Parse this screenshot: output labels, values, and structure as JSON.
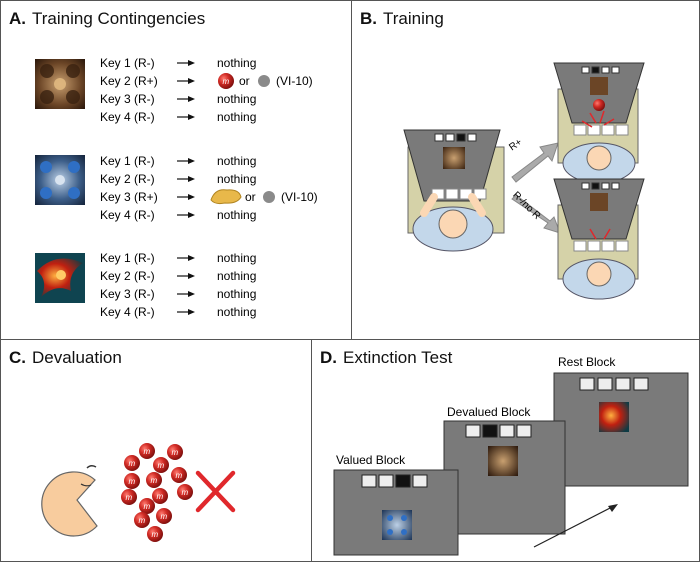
{
  "panel_a": {
    "letter": "A.",
    "title": "Training Contingencies",
    "groups": [
      {
        "rows": [
          {
            "key": "Key 1 (R-)",
            "out": "nothing"
          },
          {
            "key": "Key 2 (R+)",
            "or": "or",
            "sched": "(VI-10)"
          },
          {
            "key": "Key 3 (R-)",
            "out": "nothing"
          },
          {
            "key": "Key 4 (R-)",
            "out": "nothing"
          }
        ]
      },
      {
        "rows": [
          {
            "key": "Key 1 (R-)",
            "out": "nothing"
          },
          {
            "key": "Key 2 (R-)",
            "out": "nothing"
          },
          {
            "key": "Key 3 (R+)",
            "or": "or",
            "sched": "(VI-10)"
          },
          {
            "key": "Key 4 (R-)",
            "out": "nothing"
          }
        ]
      },
      {
        "rows": [
          {
            "key": "Key 1 (R-)",
            "out": "nothing"
          },
          {
            "key": "Key 2 (R-)",
            "out": "nothing"
          },
          {
            "key": "Key 3 (R-)",
            "out": "nothing"
          },
          {
            "key": "Key 4 (R-)",
            "out": "nothing"
          }
        ]
      }
    ]
  },
  "panel_b": {
    "letter": "B.",
    "title": "Training",
    "arrow_up": "R+",
    "arrow_down": "R-/no R"
  },
  "panel_c": {
    "letter": "C.",
    "title": "Devaluation",
    "candy_letter": "m"
  },
  "panel_d": {
    "letter": "D.",
    "title": "Extinction Test",
    "blocks": [
      "Valued Block",
      "Devalued Block",
      "Rest Block"
    ]
  },
  "colors": {
    "candy": "#c0201e",
    "cross": "#e0282c",
    "screen": "#7a7a7a",
    "desk": "#d5d2a8",
    "body": "#c3d7ea"
  }
}
